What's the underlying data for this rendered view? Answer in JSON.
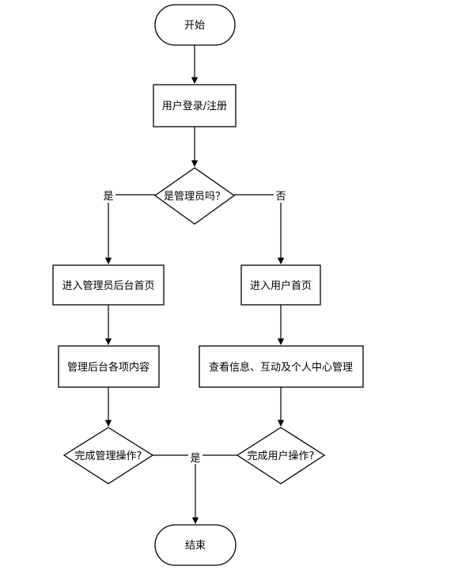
{
  "nodes": {
    "start": "开始",
    "login": "用户登录/注册",
    "is_admin": "是管理员吗？",
    "admin_home": "进入管理员后台首页",
    "user_home": "进入用户首页",
    "admin_manage": "管理后台各项内容",
    "user_manage": "查看信息、互动及个人中心管理",
    "admin_done": "完成管理操作?",
    "user_done": "完成用户操作?",
    "end": "结束"
  },
  "edges": {
    "yes_left": "是",
    "no_right": "否",
    "yes_bottom": "是"
  }
}
